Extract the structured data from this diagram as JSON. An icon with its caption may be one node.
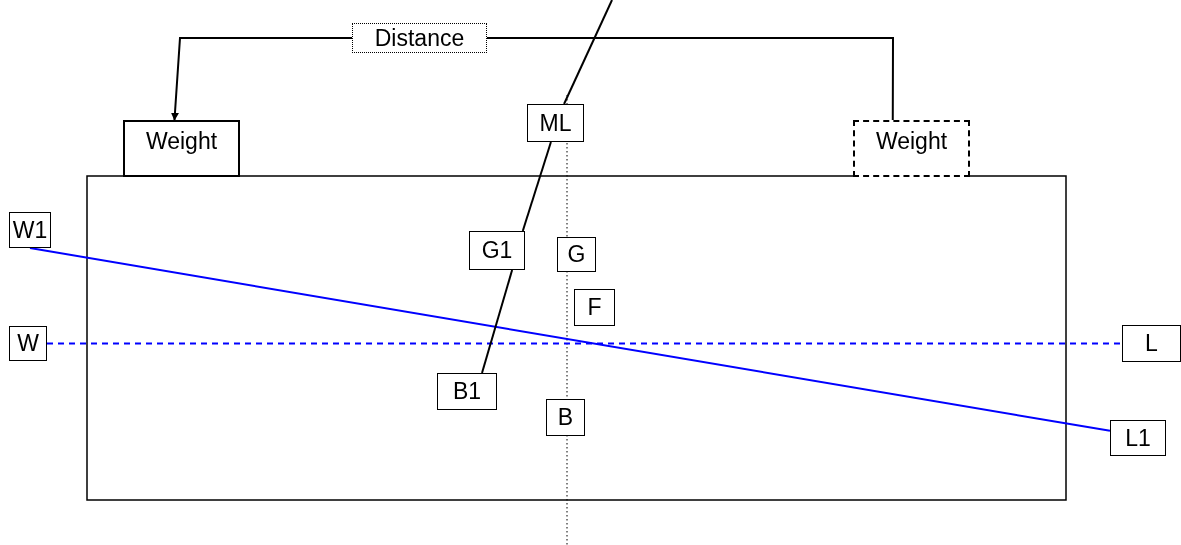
{
  "diagram": {
    "nodes": [
      {
        "text": [
          "Distance"
        ]
      },
      {
        "text": [
          "Weight"
        ]
      },
      {
        "text": [
          "Weight"
        ]
      },
      {
        "text": [
          "ML"
        ]
      },
      {
        "text": [
          "W1"
        ]
      },
      {
        "text": [
          "G1"
        ]
      },
      {
        "text": [
          "G"
        ]
      },
      {
        "text": [
          "W"
        ]
      },
      {
        "text": [
          "F"
        ]
      },
      {
        "text": [
          "L"
        ]
      },
      {
        "text": [
          "B1"
        ]
      },
      {
        "text": [
          "B"
        ]
      },
      {
        "text": [
          "L1"
        ]
      }
    ],
    "edges": [
      {
        "from": 0,
        "to": 1,
        "arrow": "to"
      },
      {
        "from": 0,
        "to": 2,
        "arrow": "none"
      },
      {
        "from": 4,
        "to": 12,
        "arrow": "none",
        "color": "#0000ff"
      },
      {
        "from": 7,
        "to": 9,
        "arrow": "none",
        "style": "dashed",
        "color": "#0000ff"
      },
      {
        "from": 10,
        "to": 5,
        "arrow": "none"
      },
      {
        "from": 5,
        "to": 3,
        "arrow": "none"
      },
      {
        "from": 3,
        "to": null,
        "arrow": "none"
      }
    ]
  }
}
